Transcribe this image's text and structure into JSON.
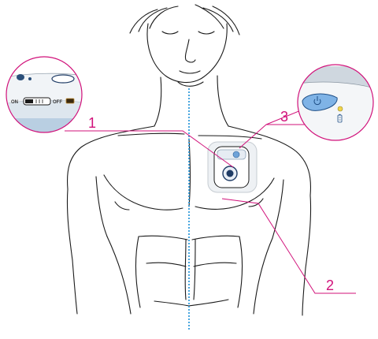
{
  "callouts": {
    "one": "1",
    "two": "2",
    "three": "3"
  },
  "inset_left": {
    "switch_on_label": "ON",
    "switch_off_label": "OFF"
  },
  "colors": {
    "accent": "#d1117a",
    "centerline": "#1a8fd6",
    "outline": "#1a1a1a",
    "device_panel": "#e6ecf3",
    "power_button": "#6fa3d8",
    "led": "#f1d44a"
  },
  "icons": {
    "device": "heart-monitor-patch-device",
    "power": "power-icon",
    "battery": "battery-icon",
    "led": "status-led-icon"
  }
}
